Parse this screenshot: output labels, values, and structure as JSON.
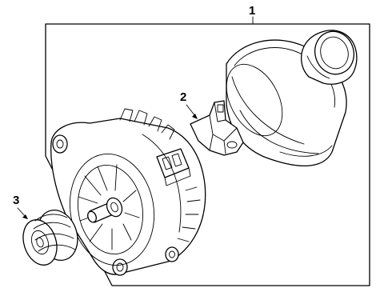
{
  "diagram": {
    "callouts": {
      "assembly": "1",
      "regulator": "2",
      "pulley": "3"
    }
  }
}
